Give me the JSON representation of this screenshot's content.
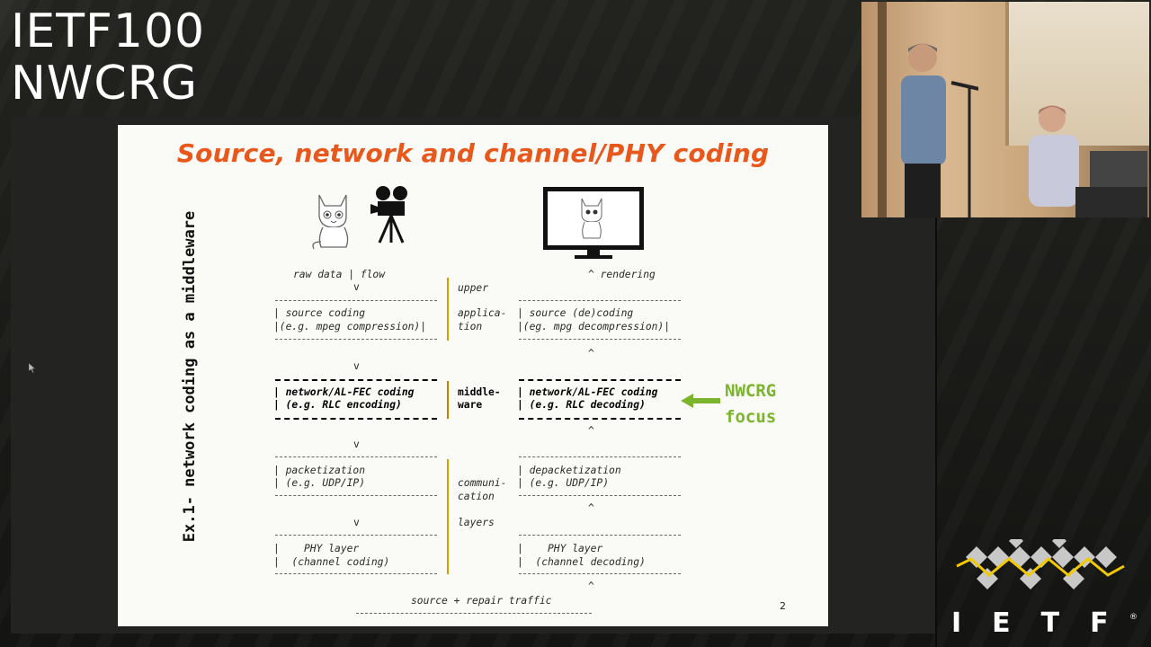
{
  "event": {
    "line1": "IETF100",
    "line2": "NWCRG"
  },
  "slide": {
    "title": "Source, network and channel/PHY coding",
    "side_label": "Ex.1- network coding as a middleware",
    "page_number": "2",
    "focus_label_1": "NWCRG",
    "focus_label_2": "focus",
    "left": {
      "top_caption": "raw data | flow",
      "source": [
        "| source coding",
        "|(e.g. mpeg compression)|"
      ],
      "network": [
        "| network/AL-FEC coding",
        "| (e.g. RLC encoding)"
      ],
      "packet": [
        "| packetization",
        "| (e.g. UDP/IP)"
      ],
      "phy": [
        "|    PHY layer",
        "|  (channel coding)"
      ]
    },
    "middle": {
      "upper": "upper",
      "application": [
        "applica-",
        "tion"
      ],
      "middleware": [
        "middle-",
        "ware"
      ],
      "communication": [
        "communi-",
        "cation"
      ],
      "layers": "layers"
    },
    "right": {
      "top_caption": "^ rendering",
      "source": [
        "| source (de)coding",
        "|(eg. mpg decompression)|"
      ],
      "network": [
        "| network/AL-FEC coding",
        "| (e.g. RLC decoding)"
      ],
      "packet": [
        "| depacketization",
        "| (e.g. UDP/IP)"
      ],
      "phy": [
        "|    PHY layer",
        "|  (channel decoding)"
      ]
    },
    "bottom_caption": "source + repair traffic"
  },
  "logo": {
    "text": "IETF",
    "registered": "®"
  },
  "colors": {
    "title_orange": "#e8581c",
    "focus_green": "#7bb52e",
    "logo_yellow": "#f2c800",
    "logo_diamond": "#c8c8c8"
  }
}
